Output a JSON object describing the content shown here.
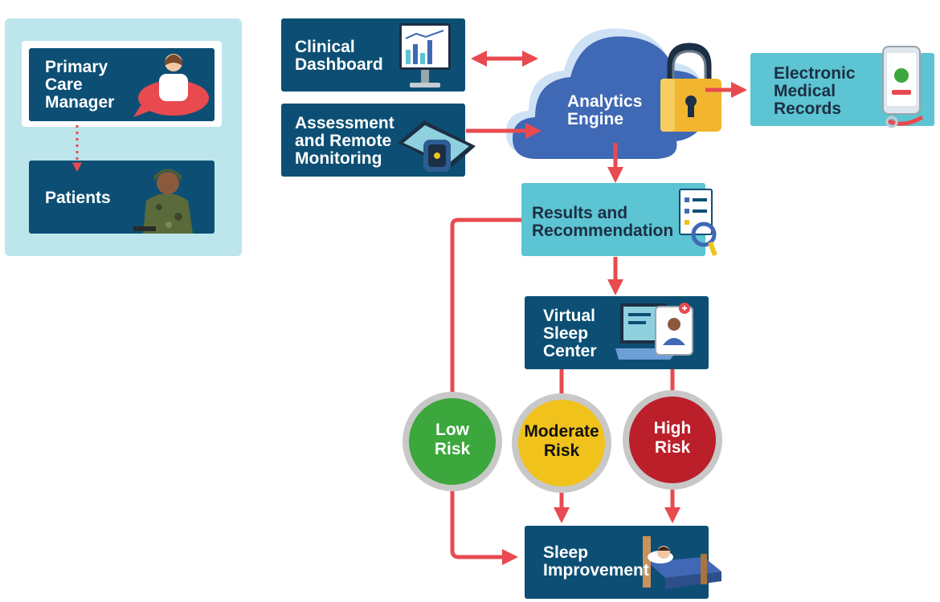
{
  "colors": {
    "navy": "#0d4f74",
    "teal": "#5cc4d2",
    "panel": "#bde5ec",
    "arrow": "#e84a4f",
    "cloud": "#3f68b5",
    "low": "#3ca73c",
    "moderate": "#f1c21b",
    "high": "#bb1f2a",
    "ring": "#c8c8c8"
  },
  "roles": {
    "primary_care_manager": "Primary\nCare\nManager",
    "patients": "Patients"
  },
  "inputs": {
    "clinical_dashboard": "Clinical\nDashboard",
    "assessment": "Assessment\nand Remote\nMonitoring"
  },
  "analytics_engine": "Analytics\nEngine",
  "electronic_medical_records": "Electronic\nMedical\nRecords",
  "results": "Results and\nRecommendation",
  "virtual_sleep_center": "Virtual\nSleep\nCenter",
  "risk_levels": {
    "low": "Low\nRisk",
    "moderate": "Moderate\nRisk",
    "high": "High\nRisk"
  },
  "sleep_improvement": "Sleep\nImprovement"
}
